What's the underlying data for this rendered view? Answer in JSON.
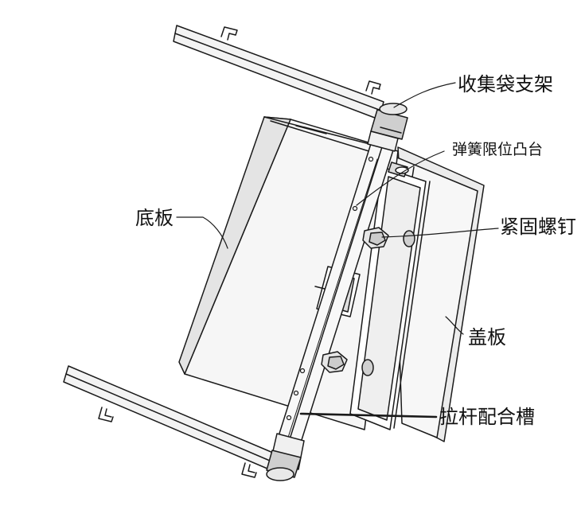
{
  "labels": {
    "bag_bracket": "收集袋支架",
    "spring_stop": "弹簧限位凸台",
    "base_plate": "底板",
    "fastening_screw": "紧固螺钉",
    "cover_plate": "盖板",
    "rod_slot": "拉杆配合槽"
  },
  "colors": {
    "line": "#1a1a1a",
    "fill_light": "#f4f4f4",
    "fill_mid": "#e2e2e2",
    "fill_dark": "#b5b5b5"
  }
}
